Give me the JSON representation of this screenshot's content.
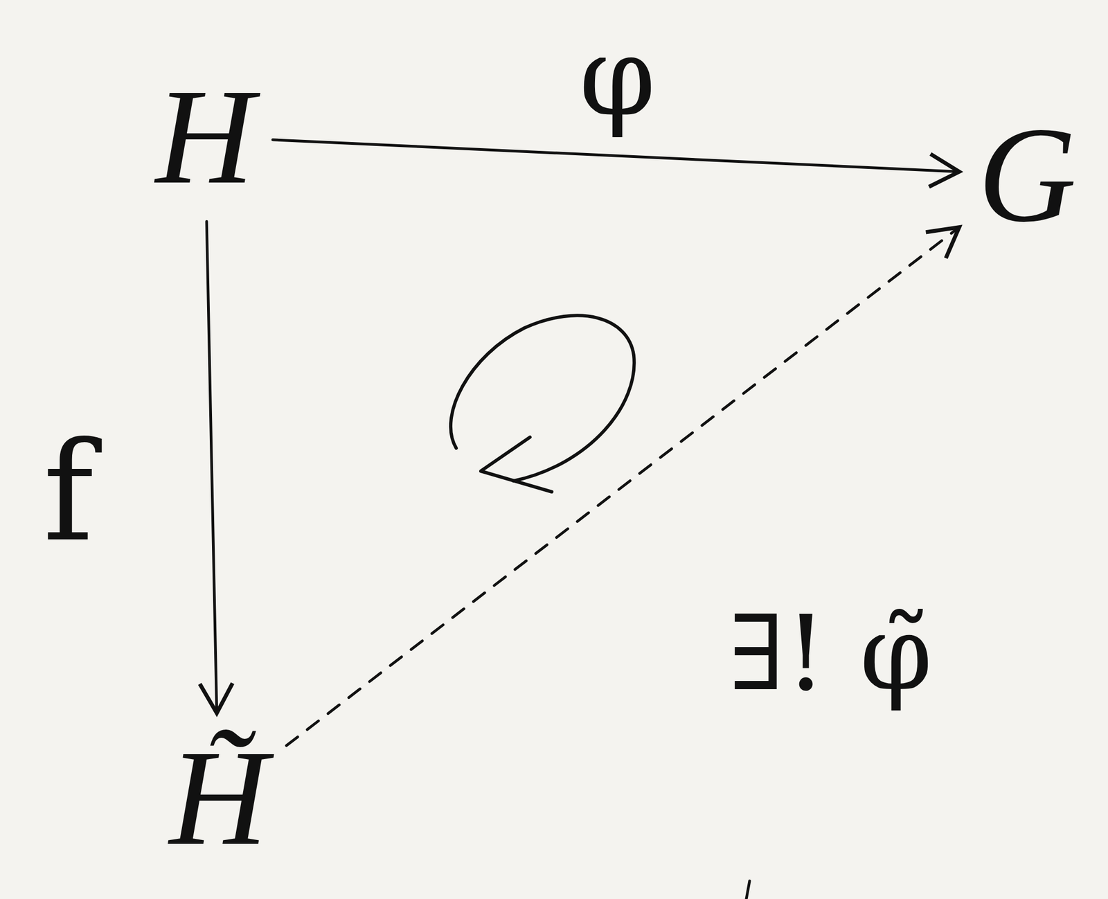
{
  "diagram": {
    "nodes": [
      {
        "text": [
          "H"
        ]
      },
      {
        "text": [
          "G"
        ]
      },
      {
        "text": [
          "H̃"
        ]
      }
    ],
    "edges": [
      {
        "from": 0,
        "to": 1,
        "label": "φ",
        "arrow": "to"
      },
      {
        "from": 0,
        "to": 2,
        "label": "f",
        "arrow": "to"
      },
      {
        "from": 2,
        "to": 1,
        "label": "∃! φ̃",
        "arrow": "to"
      }
    ]
  }
}
